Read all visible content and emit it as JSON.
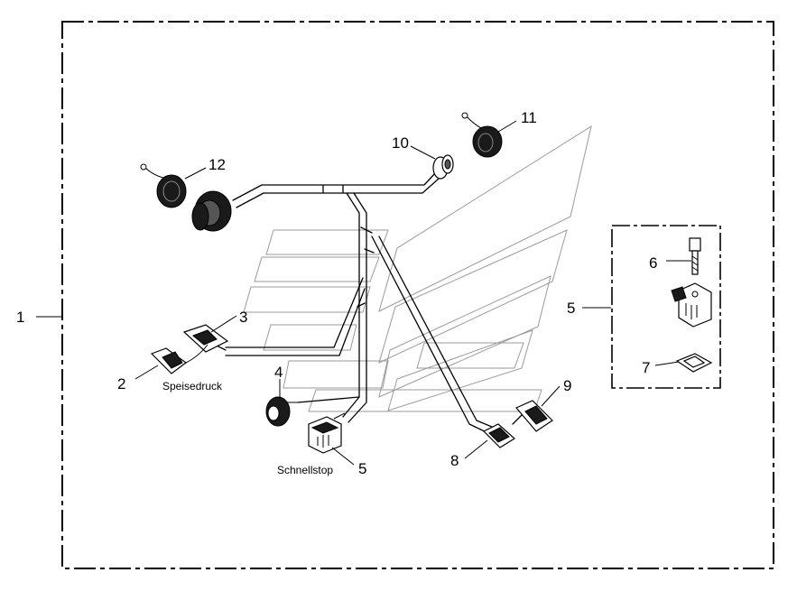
{
  "callouts": {
    "c1": "1",
    "c2": "2",
    "c3": "3",
    "c4": "4",
    "c5_main": "5",
    "c5_inset": "5",
    "c6": "6",
    "c7": "7",
    "c8": "8",
    "c9": "9",
    "c10": "10",
    "c11": "11",
    "c12": "12"
  },
  "captions": {
    "speisedruck": "Speisedruck",
    "schnellstop": "Schnellstop"
  }
}
